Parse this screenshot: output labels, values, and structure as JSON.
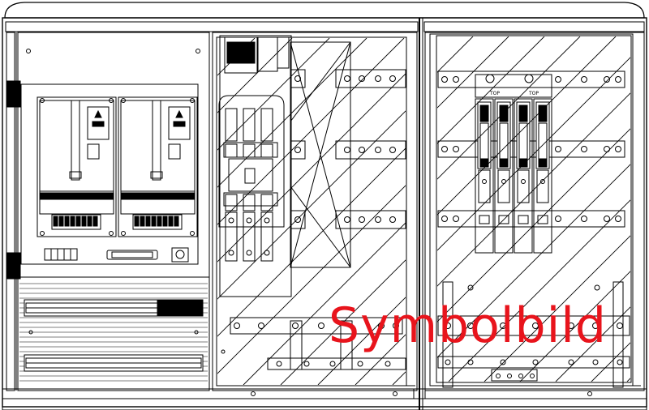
{
  "watermark": {
    "text": "Symbolbild"
  },
  "fuse_labels": [
    "TOP",
    "TOP"
  ],
  "colors": {
    "line": "#000000",
    "background": "#ffffff",
    "watermark": "#e8141c"
  },
  "components": [
    "cabinet-frame",
    "meter-panel",
    "electricity-meter-left",
    "electricity-meter-right",
    "terminal-block",
    "din-rail",
    "main-switch",
    "copper-busbar",
    "nh-fuse-strip"
  ]
}
